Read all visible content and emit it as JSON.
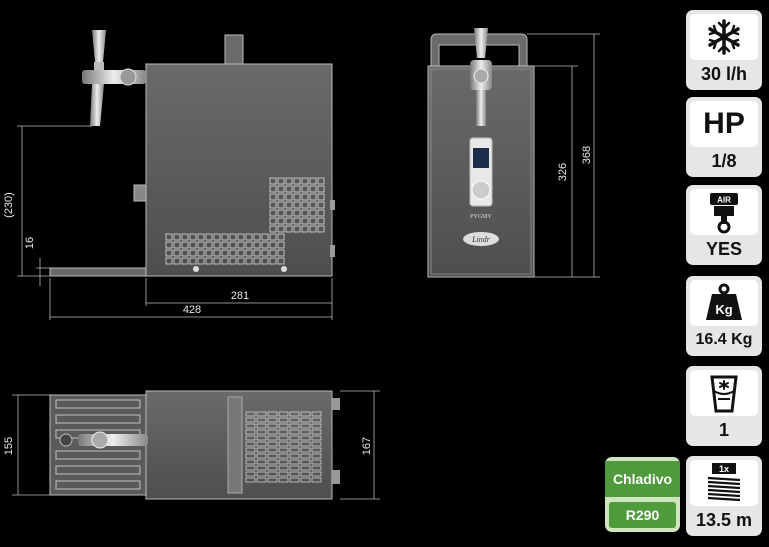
{
  "dimensions": {
    "side_height_230": "(230)",
    "side_height_16": "16",
    "side_width_281": "281",
    "side_width_428": "428",
    "front_height_326": "326",
    "front_height_368": "368",
    "top_depth_155": "155",
    "top_depth_167": "167"
  },
  "front_labels": {
    "model": "PYGMY",
    "brand": "Lindr"
  },
  "specs": [
    {
      "icon": "snowflake-icon",
      "value": "30 l/h"
    },
    {
      "icon": "hp-text",
      "top_text": "HP",
      "value": "1/8"
    },
    {
      "icon": "air-compressor-icon",
      "icon_text": "AIR",
      "value": "YES"
    },
    {
      "icon": "weight-icon",
      "icon_text": "Kg",
      "value": "16.4 Kg"
    },
    {
      "icon": "ice-cup-icon",
      "value": "1"
    },
    {
      "icon": "cooling-coil-icon",
      "icon_text": "1x",
      "value": "13.5 m"
    }
  ],
  "refrigerant": {
    "label": "Chladivo",
    "value": "R290"
  },
  "colors": {
    "background": "#000000",
    "cabinet": "#5a5a5a",
    "badge_bg": "#e6e6e6",
    "refrigerant_green": "#4f9a3a"
  }
}
